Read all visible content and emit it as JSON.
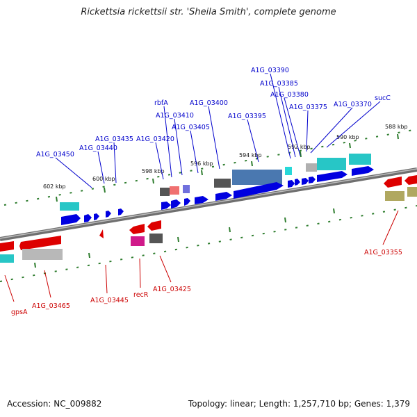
{
  "header": {
    "title": "Rickettsia rickettsii str. 'Sheila Smith', complete genome"
  },
  "footer": {
    "accession": "Accession: NC_009882",
    "topology": "Topology: linear; Length: 1,257,710 bp; Genes: 1,379"
  },
  "colors": {
    "forward_label": "#0000cc",
    "reverse_label": "#cc0000",
    "backbone": "#7a7a7a",
    "gc_marks": "#2e7d2e"
  },
  "scale": {
    "ticks": [
      "588 kbp",
      "590 kbp",
      "592 kbp",
      "594 kbp",
      "596 kbp",
      "598 kbp",
      "600 kbp",
      "602 kbp"
    ]
  },
  "labels": {
    "forward": [
      "A1G_03450",
      "A1G_03440",
      "A1G_03435",
      "A1G_03420",
      "rbfA",
      "A1G_03410",
      "A1G_03405",
      "A1G_03400",
      "A1G_03395",
      "A1G_03390",
      "A1G_03385",
      "A1G_03380",
      "A1G_03375",
      "A1G_03370",
      "sucC"
    ],
    "reverse": [
      "gpsA",
      "A1G_03465",
      "A1G_03445",
      "recR",
      "A1G_03425",
      "A1G_03355"
    ]
  }
}
